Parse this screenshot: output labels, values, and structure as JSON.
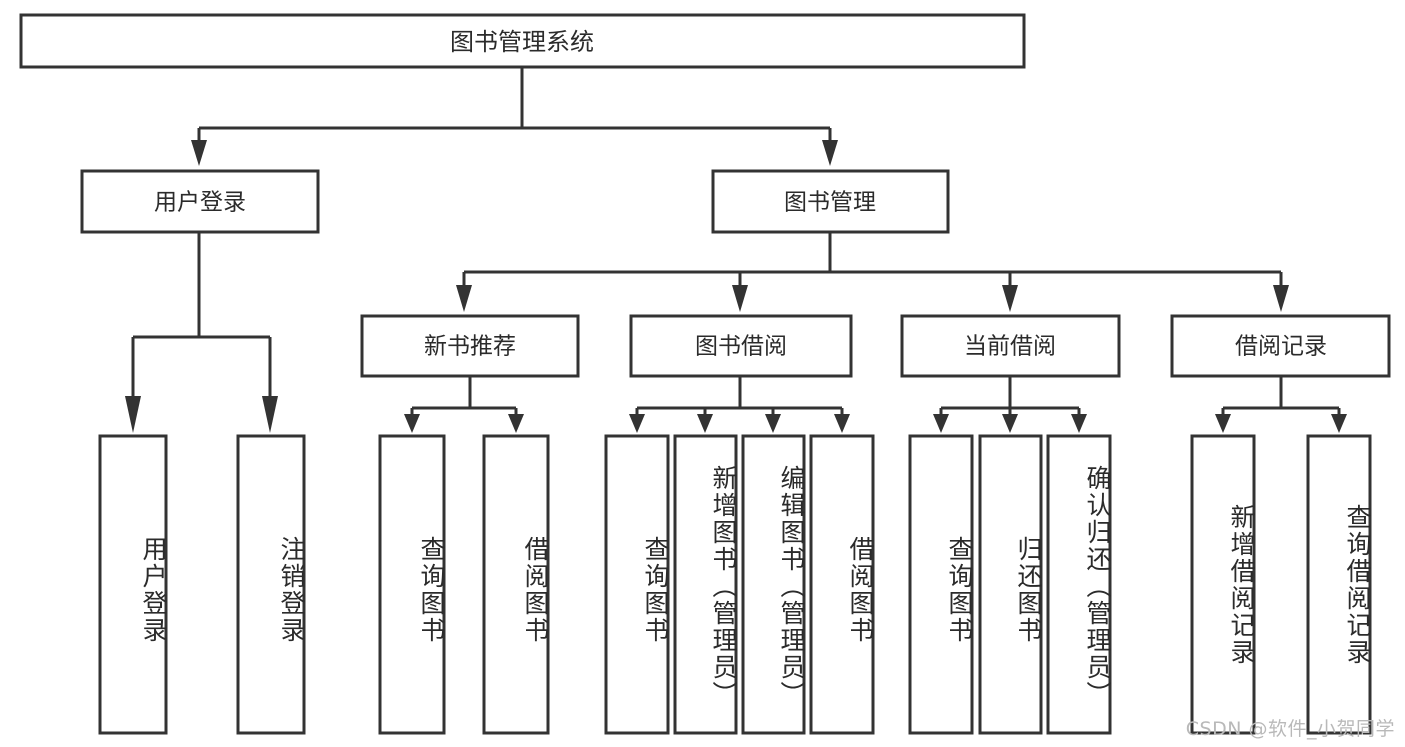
{
  "diagram": {
    "type": "tree-hierarchy-chart",
    "title": "图书管理系统",
    "watermark": "CSDN @软件_小贺同学",
    "colors": {
      "stroke": "#333333",
      "fill": "#ffffff",
      "text": "#2b2b2b",
      "watermark": "#b9b9b9",
      "background": "#ffffff"
    },
    "levels": [
      {
        "level": 1,
        "nodes": [
          {
            "id": "root",
            "label": "图书管理系统",
            "orientation": "horizontal"
          }
        ]
      },
      {
        "level": 2,
        "nodes": [
          {
            "id": "user-login",
            "label": "用户登录",
            "orientation": "horizontal",
            "parent": "root"
          },
          {
            "id": "book-manage",
            "label": "图书管理",
            "orientation": "horizontal",
            "parent": "root"
          }
        ]
      },
      {
        "level": 3,
        "nodes": [
          {
            "id": "new-book-rec",
            "label": "新书推荐",
            "orientation": "horizontal",
            "parent": "book-manage"
          },
          {
            "id": "book-borrow",
            "label": "图书借阅",
            "orientation": "horizontal",
            "parent": "book-manage"
          },
          {
            "id": "current-borrow",
            "label": "当前借阅",
            "orientation": "horizontal",
            "parent": "book-manage"
          },
          {
            "id": "borrow-record",
            "label": "借阅记录",
            "orientation": "horizontal",
            "parent": "book-manage"
          }
        ]
      },
      {
        "level": 4,
        "nodes": [
          {
            "id": "leaf-user-login",
            "label": "用户登录",
            "orientation": "vertical",
            "parent": "user-login"
          },
          {
            "id": "leaf-logout",
            "label": "注销登录",
            "orientation": "vertical",
            "parent": "user-login"
          },
          {
            "id": "leaf-query-book-1",
            "label": "查询图书",
            "orientation": "vertical",
            "parent": "new-book-rec"
          },
          {
            "id": "leaf-borrow-book-1",
            "label": "借阅图书",
            "orientation": "vertical",
            "parent": "new-book-rec"
          },
          {
            "id": "leaf-query-book-2",
            "label": "查询图书",
            "orientation": "vertical",
            "parent": "book-borrow"
          },
          {
            "id": "leaf-add-book",
            "label": "新增图书（管理员）",
            "orientation": "vertical",
            "parent": "book-borrow"
          },
          {
            "id": "leaf-edit-book",
            "label": "编辑图书（管理员）",
            "orientation": "vertical",
            "parent": "book-borrow"
          },
          {
            "id": "leaf-borrow-book-2",
            "label": "借阅图书",
            "orientation": "vertical",
            "parent": "book-borrow"
          },
          {
            "id": "leaf-query-book-3",
            "label": "查询图书",
            "orientation": "vertical",
            "parent": "current-borrow"
          },
          {
            "id": "leaf-return-book",
            "label": "归还图书",
            "orientation": "vertical",
            "parent": "current-borrow"
          },
          {
            "id": "leaf-confirm-return",
            "label": "确认归还（管理员）",
            "orientation": "vertical",
            "parent": "current-borrow"
          },
          {
            "id": "leaf-add-record",
            "label": "新增借阅记录",
            "orientation": "vertical",
            "parent": "borrow-record"
          },
          {
            "id": "leaf-query-record",
            "label": "查询借阅记录",
            "orientation": "vertical",
            "parent": "borrow-record"
          }
        ]
      }
    ]
  }
}
